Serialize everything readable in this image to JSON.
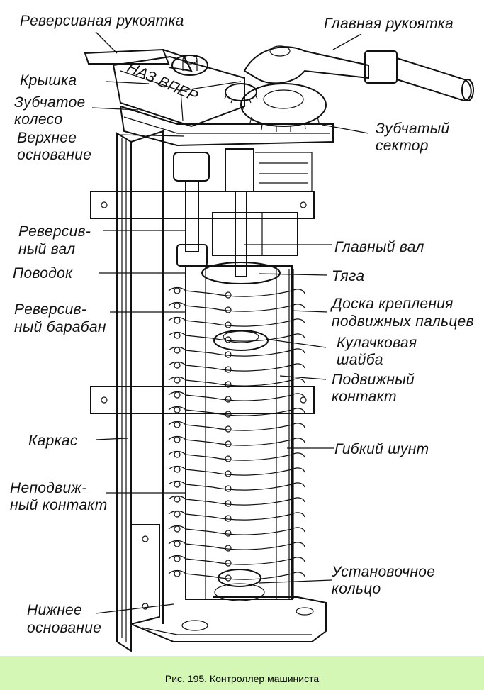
{
  "figure": {
    "labels": {
      "reverse_handle": "Реверсивная рукоятка",
      "main_handle": "Главная рукоятка",
      "cover": "Крышка",
      "gear_1": "Зубчатое",
      "gear_2": "колесо",
      "upper_base_1": "Верхнее",
      "upper_base_2": "основание",
      "toothed_sector_1": "Зубчатый",
      "toothed_sector_2": "сектор",
      "reverse_shaft_1": "Реверсив-",
      "reverse_shaft_2": "ный вал",
      "main_shaft": "Главный вал",
      "lead": "Поводок",
      "rod": "Тяга",
      "reverse_drum_1": "Реверсив-",
      "reverse_drum_2": "ный барабан",
      "finger_board_1": "Доска крепления",
      "finger_board_2": "подвижных пальцев",
      "cam_washer_1": "Кулачковая",
      "cam_washer_2": "шайба",
      "moving_contact_1": "Подвижный",
      "moving_contact_2": "контакт",
      "frame": "Каркас",
      "flexible_shunt": "Гибкий шунт",
      "fixed_contact_1": "Неподвиж-",
      "fixed_contact_2": "ный контакт",
      "setting_ring_1": "Установочное",
      "setting_ring_2": "кольцо",
      "lower_base_1": "Нижнее",
      "lower_base_2": "основание",
      "cover_inscription": "НАЗ ВПЕР"
    }
  },
  "caption": "Рис. 195. Контроллер машиниста",
  "colors": {
    "caption_bar": "#d4f7b6",
    "ink": "#111111",
    "background": "#ffffff"
  }
}
